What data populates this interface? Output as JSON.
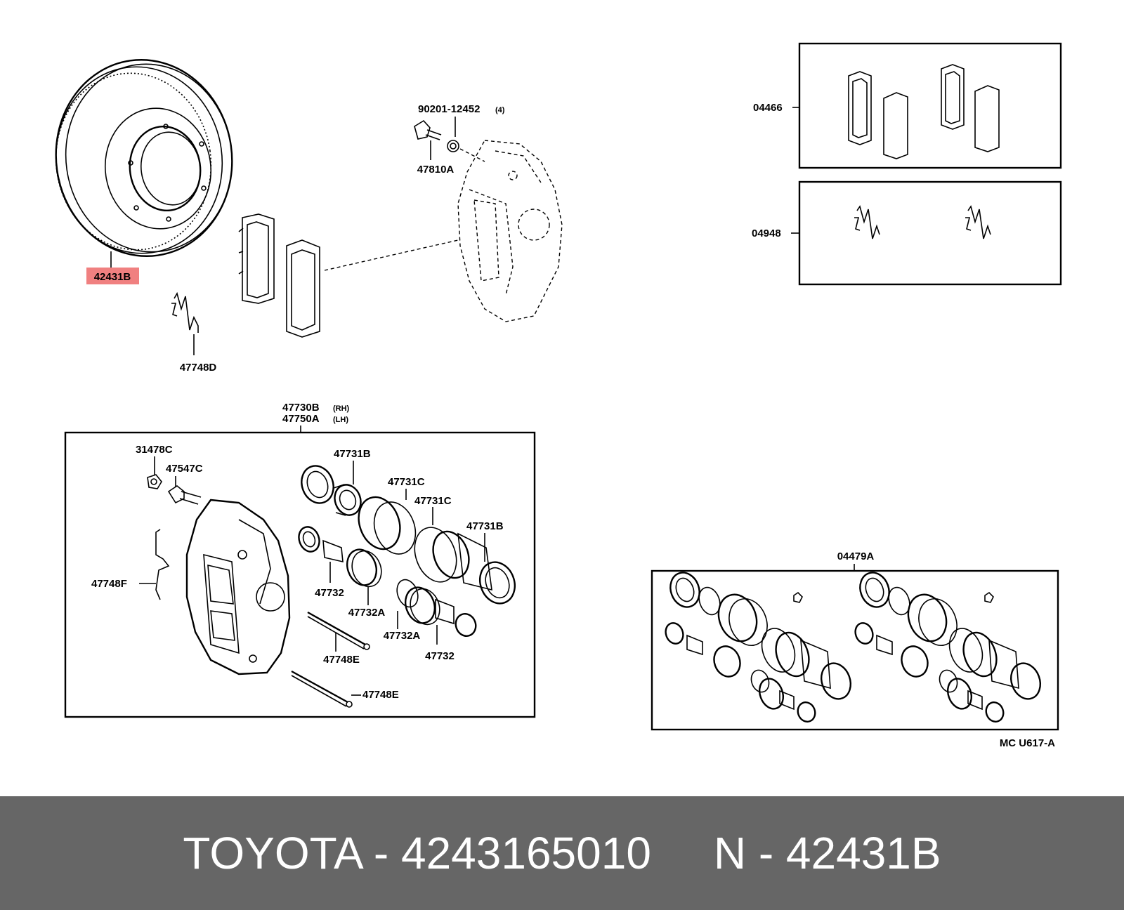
{
  "labels": {
    "rotor": "42431B",
    "bolt": "90201-12452",
    "bolt_qty": "(4)",
    "bolt_p2": "47810A",
    "spring_clip": "47748D",
    "pad_kit": "04466",
    "shim_kit": "04948",
    "caliper_rh": "47730B",
    "rh": "(RH)",
    "caliper_lh": "47750A",
    "lh": "(LH)",
    "cap": "31478C",
    "bleeder": "47547C",
    "seal_b1": "47731B",
    "seal_c1": "47731C",
    "seal_c2": "47731C",
    "seal_b2": "47731B",
    "clip_f": "47748F",
    "piston1": "47732",
    "piston_a1": "47732A",
    "piston_a2": "47732A",
    "piston2": "47732",
    "pin1": "47748E",
    "pin2": "47748E",
    "cyl_kit": "04479A",
    "ref": "MC  U617-A"
  },
  "highlight_color": "#f08080",
  "footer": {
    "text": "TOYOTA - 4243165010     N - 42431B"
  }
}
